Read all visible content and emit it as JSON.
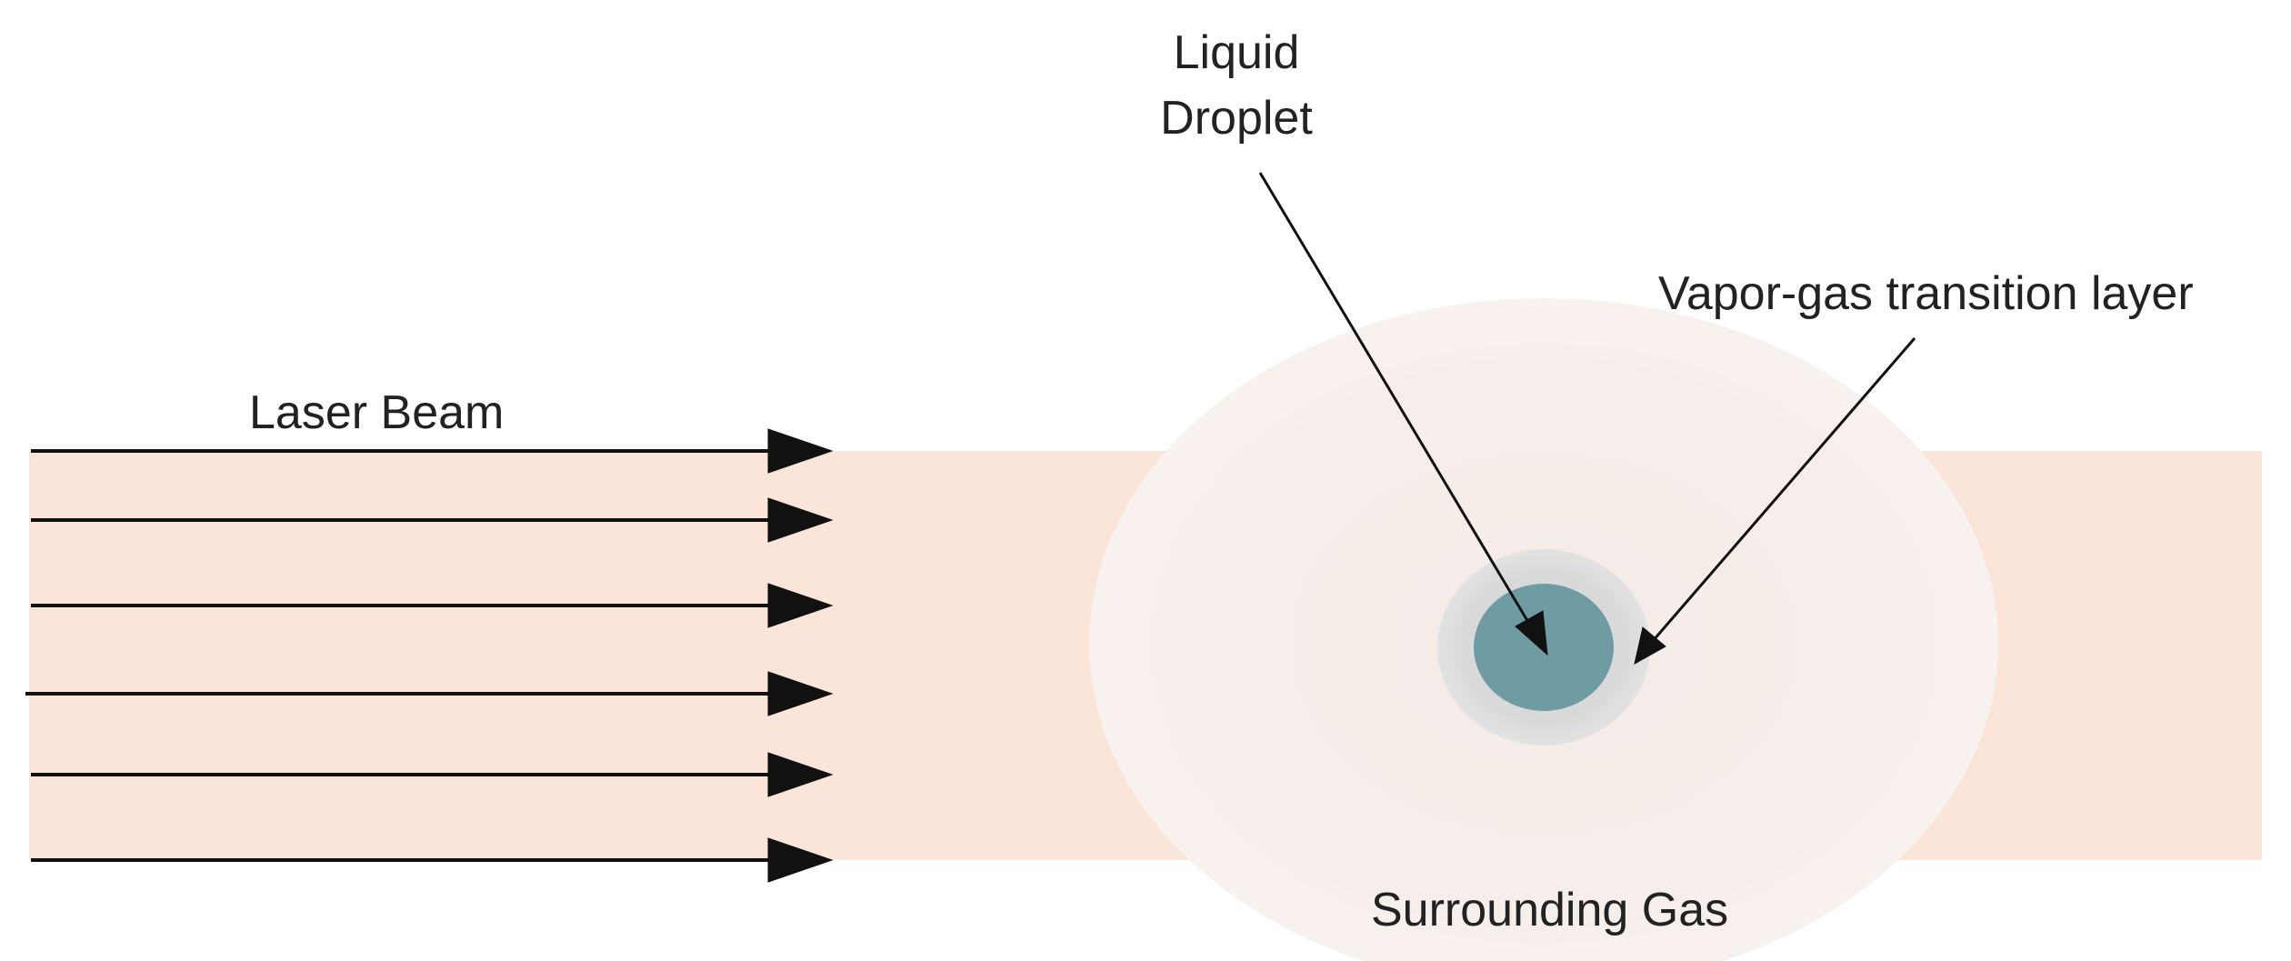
{
  "labels": {
    "laser_beam": "Laser Beam",
    "liquid_droplet_line1": "Liquid",
    "liquid_droplet_line2": "Droplet",
    "vapor_gas_layer": "Vapor-gas transition layer",
    "surrounding_gas": "Surrounding Gas"
  },
  "colors": {
    "background": "#ffffff",
    "beam_region": "#fbe4d8",
    "surrounding_gas": "#f7ede9",
    "transition_layer": "#dcdcdc",
    "droplet": "#6f9ca3",
    "arrow": "#111111"
  },
  "icons": {
    "beam_arrow": "arrow-right-icon",
    "pointer_arrow": "pointer-arrow-icon"
  }
}
